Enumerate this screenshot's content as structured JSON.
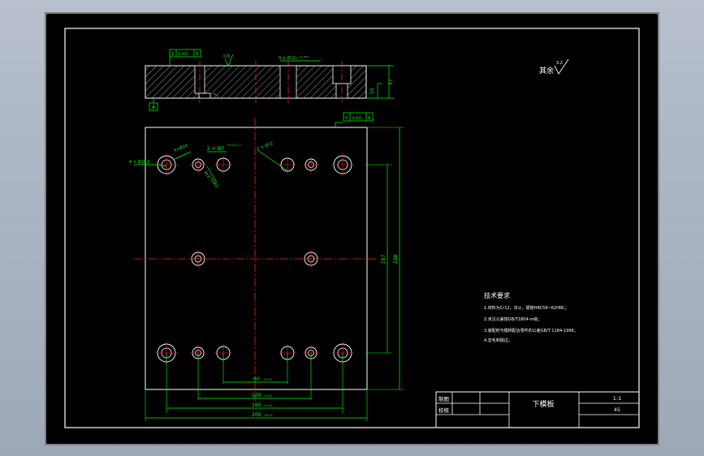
{
  "top_view": {
    "datum_a": "A",
    "fcf_top": {
      "sym": "1",
      "val": "0.005",
      "ref": "A"
    },
    "surface_finish_top": "0.8",
    "hole_note_top": "4 × Ø12 ₀⁺⁰·⁰¹⁸",
    "dim_37": "37",
    "dim_15": "15"
  },
  "plan_view": {
    "fcf_right": {
      "sym": "0",
      "val": "0.005",
      "ref": "A"
    },
    "note_left_hole": "4 × Ø10.2",
    "note_hole_top": "4×Ø14",
    "note_pin": "2 × Ø7",
    "note_pin_tol": "+0.012 -0",
    "note_center_pin": "2 × Ø12",
    "note_thread": "M 8 THRU",
    "dim_60": "60",
    "dim_60_tol": "±0.02",
    "dim_100": "100",
    "dim_100_tol": "±0.02",
    "dim_160": "160",
    "dim_160_tol": "±0.02",
    "dim_200": "200",
    "dim_200_tol": "±0.02",
    "dim_167": "167",
    "dim_238": "238"
  },
  "roughness_note": {
    "label": "其余",
    "value": "3.2"
  },
  "tech_requirements": {
    "title": "技术要求",
    "items": [
      "1.材料为Cr12，淬火，硬度HRC58~62HRC；",
      "2.未注公差按GB/T1804-m级；",
      "3.装配时与模柄配合零件的公差GB/T 1184-1996；",
      "4.去毛刺锐边。"
    ]
  },
  "title_block": {
    "drawn_label": "制图",
    "check_label": "校核",
    "part_name": "下模板",
    "scale": "1:1",
    "material": "45"
  },
  "colors": {
    "line_white": "#ffffff",
    "dimension_green": "#00ff00",
    "centerline_red": "#ff2020",
    "hatch": "#c8c8c8",
    "annotation_yellow": "#ffff00",
    "frame_bg": "#000000"
  }
}
